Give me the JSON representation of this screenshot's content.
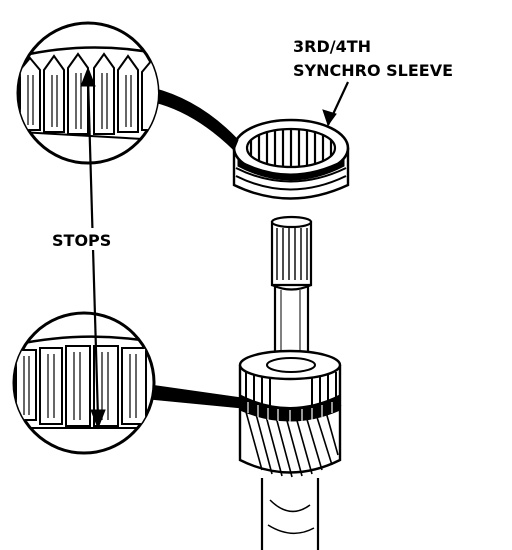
{
  "labels": {
    "synchro_line1": "3RD/4TH",
    "synchro_line2": "SYNCHRO SLEEVE",
    "stops": "STOPS"
  },
  "colors": {
    "ink": "#000000",
    "paper": "#ffffff",
    "shade": "#d8d8d8"
  }
}
